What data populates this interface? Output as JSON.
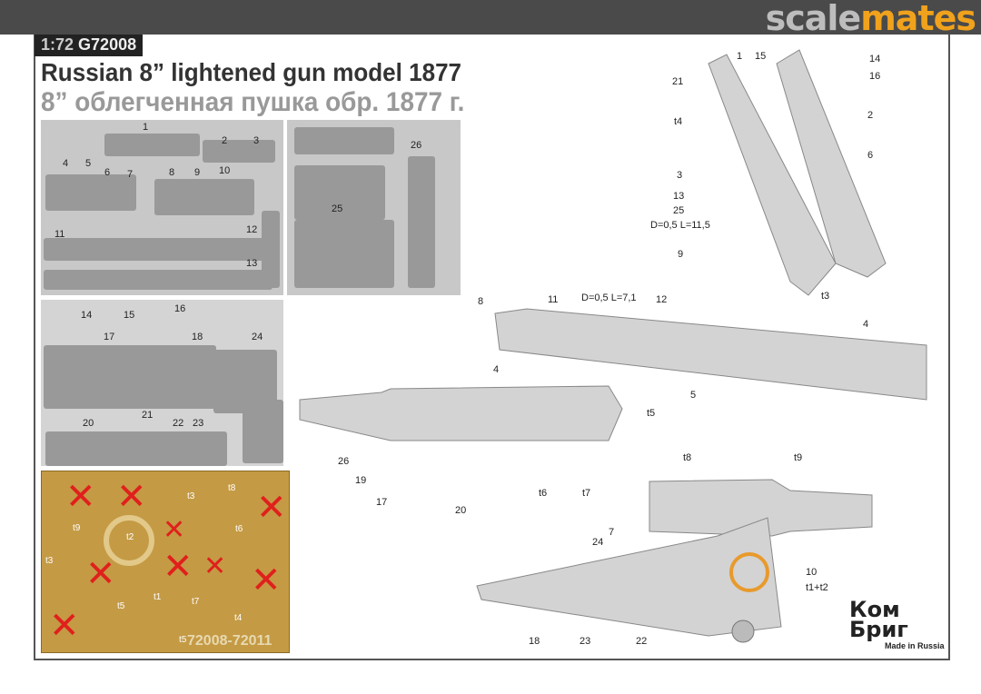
{
  "site_logo": {
    "part1": "scale",
    "part2": "mates"
  },
  "kit": {
    "scale": "1:72",
    "code": "G72008"
  },
  "title_en": "Russian 8” lightened gun model 1877",
  "title_ru": "8” облегченная пушка обр. 1877 г.",
  "photo_labels": [
    "1",
    "2",
    "3",
    "4",
    "5",
    "6",
    "7",
    "8",
    "9",
    "10",
    "11",
    "12",
    "13",
    "26",
    "25",
    "14",
    "15",
    "16",
    "17",
    "18",
    "24",
    "20",
    "21",
    "22",
    "23"
  ],
  "fret": {
    "labels": [
      "t1",
      "t2",
      "t3",
      "t4",
      "t5",
      "t5",
      "t6",
      "t7",
      "t8",
      "t9",
      "t3"
    ],
    "code": "72008-72011"
  },
  "diagram_labels": {
    "frame": [
      "1",
      "15",
      "14",
      "16",
      "21",
      "2",
      "t4",
      "6",
      "3",
      "13",
      "25",
      "D=0,5 L=11,5",
      "9",
      "t3"
    ],
    "rails": [
      "8",
      "11",
      "D=0,5 L=7,1",
      "12",
      "4",
      "4",
      "5"
    ],
    "barrel": [
      "t5",
      "26",
      "19",
      "17",
      "20",
      "t6",
      "t7"
    ],
    "assembled": [
      "t8",
      "t9",
      "7",
      "24",
      "10",
      "t1+t2",
      "18",
      "23",
      "22"
    ]
  },
  "brand": {
    "logo": "Ком Бриг",
    "made_in": "Made in Russia"
  },
  "colors": {
    "accent": "#f0a21c",
    "brass": "#c49a45",
    "cross": "#e0201c"
  }
}
